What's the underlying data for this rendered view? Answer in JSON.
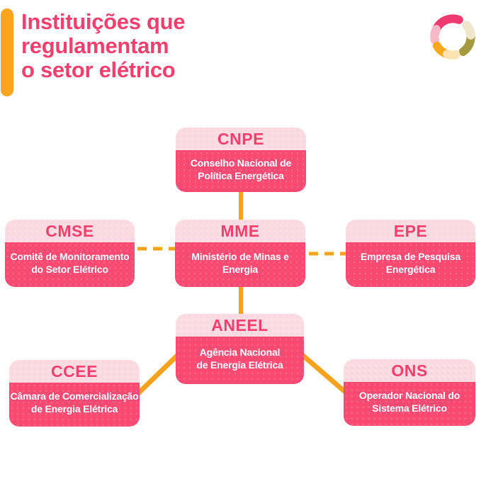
{
  "header": {
    "title_lines": [
      "Instituições que",
      "regulamentam",
      "o setor elétrico"
    ]
  },
  "logo": {
    "description": "circular three-petal swirl logo"
  },
  "colors": {
    "background": "#FFFFFF",
    "title_pink": "#F23F6E",
    "accent_orange": "#F9A61C",
    "connector_orange": "#F5A21C",
    "node_header_bg": "#FBDCE3",
    "node_header_text": "#F23F6E",
    "node_body_bg": "#F74A73",
    "node_body_text": "#FFFFFF",
    "logo_pink": "#EE3A6E",
    "logo_pink_light": "#F8B9C7",
    "logo_olive": "#A69A41",
    "logo_cream": "#EEE7CB",
    "logo_orange": "#F7A81B",
    "logo_orange_light": "#FBE3B0"
  },
  "diagram": {
    "nodes": [
      {
        "id": "cnpe",
        "acronym": "CNPE",
        "name_lines": [
          "Conselho Nacional de",
          "Política Energética"
        ]
      },
      {
        "id": "cmse",
        "acronym": "CMSE",
        "name_lines": [
          "Comitê de Monitoramento",
          "do Setor Elétrico"
        ]
      },
      {
        "id": "mme",
        "acronym": "MME",
        "name_lines": [
          "Ministério de Minas e",
          "Energia"
        ]
      },
      {
        "id": "epe",
        "acronym": "EPE",
        "name_lines": [
          "Empresa de Pesquisa",
          "Energética"
        ]
      },
      {
        "id": "aneel",
        "acronym": "ANEEL",
        "name_lines": [
          "Agência Nacional",
          "de Energia Elétrica"
        ]
      },
      {
        "id": "ccee",
        "acronym": "CCEE",
        "name_lines": [
          "Câmara de Comercialização",
          "de Energia Elétrica"
        ]
      },
      {
        "id": "ons",
        "acronym": "ONS",
        "name_lines": [
          "Operador Nacional do",
          "Sistema Elétrico"
        ]
      }
    ],
    "connections": [
      {
        "from": "CNPE",
        "to": "MME",
        "style": "solid"
      },
      {
        "from": "CMSE",
        "to": "MME",
        "style": "dashed"
      },
      {
        "from": "MME",
        "to": "EPE",
        "style": "dashed"
      },
      {
        "from": "MME",
        "to": "ANEEL",
        "style": "solid"
      },
      {
        "from": "ANEEL",
        "to": "CCEE",
        "style": "solid"
      },
      {
        "from": "ANEEL",
        "to": "ONS",
        "style": "solid"
      }
    ]
  }
}
